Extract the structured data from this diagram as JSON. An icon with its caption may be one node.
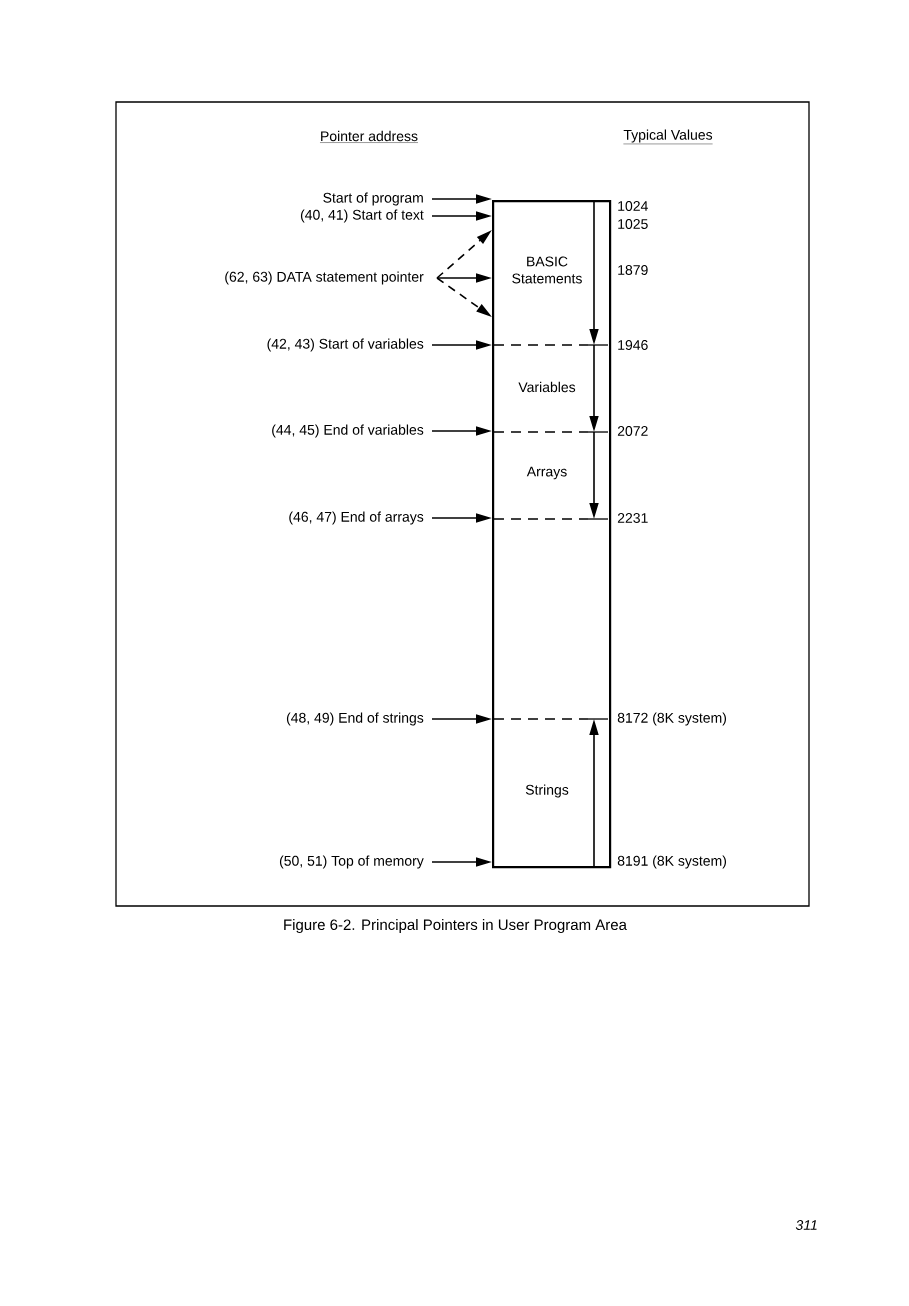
{
  "diagram": {
    "caption": "Figure 6-2. Principal Pointers in User Program Area",
    "nodes": [
      {
        "text": [],
        "shape": "box"
      },
      {
        "text": [
          "BASIC Statements"
        ],
        "in": 0
      },
      {
        "text": [
          "Variables"
        ],
        "in": 0
      },
      {
        "text": [
          "Arrays"
        ],
        "in": 0
      },
      {
        "text": [
          "Strings"
        ],
        "in": 0
      },
      {
        "text": [
          "Start of program"
        ]
      },
      {
        "text": [
          "(40, 41) Start of text"
        ]
      },
      {
        "text": [
          "(62, 63) DATA statement pointer"
        ]
      },
      {
        "text": [
          "(42, 43) Start of variables"
        ]
      },
      {
        "text": [
          "(44, 45) End of variables"
        ]
      },
      {
        "text": [
          "(46, 47) End of arrays"
        ]
      },
      {
        "text": [
          "(48, 49) End of strings"
        ]
      },
      {
        "text": [
          "(50, 51) Top of memory"
        ]
      }
    ],
    "edges": [
      {
        "from": 5,
        "to": 0,
        "arrow": "to"
      },
      {
        "from": 6,
        "to": 0,
        "arrow": "to"
      },
      {
        "from": 7,
        "to": 0,
        "arrow": "to"
      },
      {
        "from": 7,
        "to": 0,
        "arrow": "to",
        "style": "dashed"
      },
      {
        "from": 7,
        "to": 0,
        "arrow": "to",
        "style": "dashed"
      },
      {
        "from": 8,
        "to": 0,
        "arrow": "to"
      },
      {
        "from": 9,
        "to": 0,
        "arrow": "to"
      },
      {
        "from": 10,
        "to": 0,
        "arrow": "to"
      },
      {
        "from": 11,
        "to": 0,
        "arrow": "to"
      },
      {
        "from": 12,
        "to": 0,
        "arrow": "to"
      }
    ],
    "labels": [
      "Pointer address",
      "Typical Values",
      "1024",
      "1025",
      "1879",
      "1946",
      "2072",
      "2231",
      "8172 (8K system)",
      "8191 (8K system)",
      "311"
    ]
  }
}
